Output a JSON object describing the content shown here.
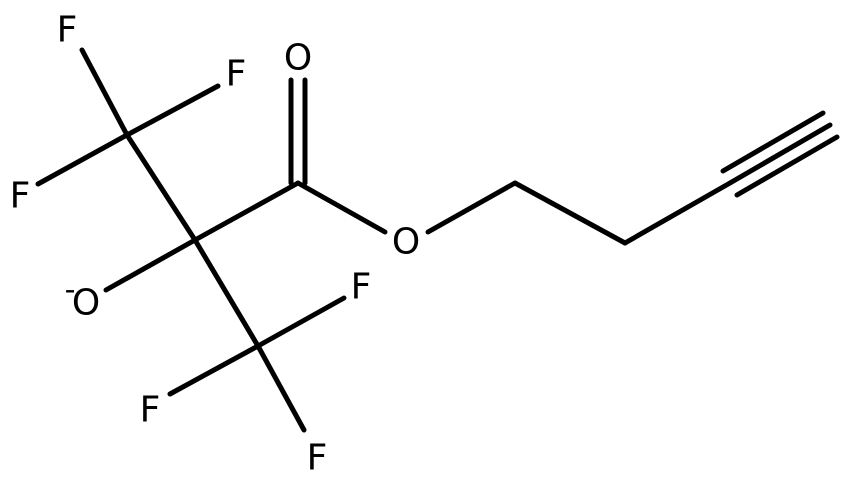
{
  "molecule": {
    "atoms": [
      {
        "id": "F1",
        "label": "F"
      },
      {
        "id": "F2",
        "label": "F"
      },
      {
        "id": "F3",
        "label": "F"
      },
      {
        "id": "O1",
        "label": "O"
      },
      {
        "id": "O2",
        "label": "O"
      },
      {
        "id": "O3",
        "label": "O",
        "charge": "-"
      },
      {
        "id": "F4",
        "label": "F"
      },
      {
        "id": "F5",
        "label": "F"
      },
      {
        "id": "F6",
        "label": "F"
      }
    ],
    "bonds": [
      {
        "from": "CF3a",
        "to": "F1",
        "order": 1
      },
      {
        "from": "CF3a",
        "to": "F2",
        "order": 1
      },
      {
        "from": "CF3a",
        "to": "F3",
        "order": 1
      },
      {
        "from": "CF3a",
        "to": "Cq",
        "order": 1
      },
      {
        "from": "Cq",
        "to": "O3",
        "order": 1
      },
      {
        "from": "Cq",
        "to": "CF3b",
        "order": 1
      },
      {
        "from": "CF3b",
        "to": "F4",
        "order": 1
      },
      {
        "from": "CF3b",
        "to": "F5",
        "order": 1
      },
      {
        "from": "CF3b",
        "to": "F6",
        "order": 1
      },
      {
        "from": "Cq",
        "to": "Cc",
        "order": 1
      },
      {
        "from": "Cc",
        "to": "O1",
        "order": 2
      },
      {
        "from": "Cc",
        "to": "O2",
        "order": 1
      },
      {
        "from": "O2",
        "to": "C1",
        "order": 1
      },
      {
        "from": "C1",
        "to": "C2",
        "order": 1
      },
      {
        "from": "C2",
        "to": "C3",
        "order": 1
      },
      {
        "from": "C3",
        "to": "C4",
        "order": 3
      }
    ]
  }
}
